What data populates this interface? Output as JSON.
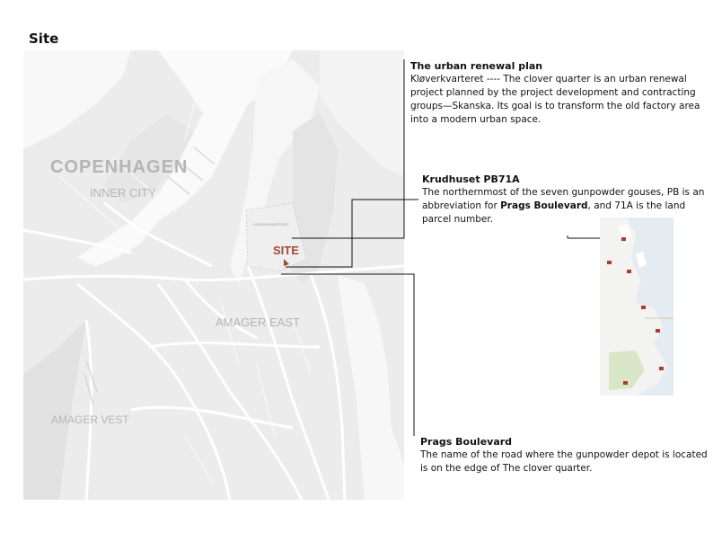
{
  "page": {
    "title": "Site"
  },
  "map": {
    "labels": {
      "copenhagen": "COPENHAGEN",
      "inner_city": "INNER CITY",
      "amager_east": "AMAGER EAST",
      "amager_vest": "AMAGER VEST",
      "site": "SITE",
      "quarter_small": "KLØVERKVARTERET"
    }
  },
  "notes": {
    "urban_renewal": {
      "heading": "The urban renewal plan",
      "body": "Kløverkvarteret ---- The clover quarter is an urban renewal project planned by the project development and contracting groups—Skanska. Its goal is to transform the old factory area into a modern urban space."
    },
    "krudhuset": {
      "heading": "Krudhuset PB71A",
      "body_pre": "The northernmost of the seven gunpowder gouses, PB is an abbreviation for ",
      "body_bold": "Prags Boulevard",
      "body_post": ", and 71A is the land parcel number."
    },
    "prags": {
      "heading": "Prags Boulevard",
      "body": "The name of the road where the gunpowder depot is located is on the edge of The clover quarter."
    }
  },
  "colors": {
    "site_accent": "#a14a36",
    "map_land": "#ececec",
    "water": "#e4ecf1",
    "roads": "#ffffff"
  }
}
